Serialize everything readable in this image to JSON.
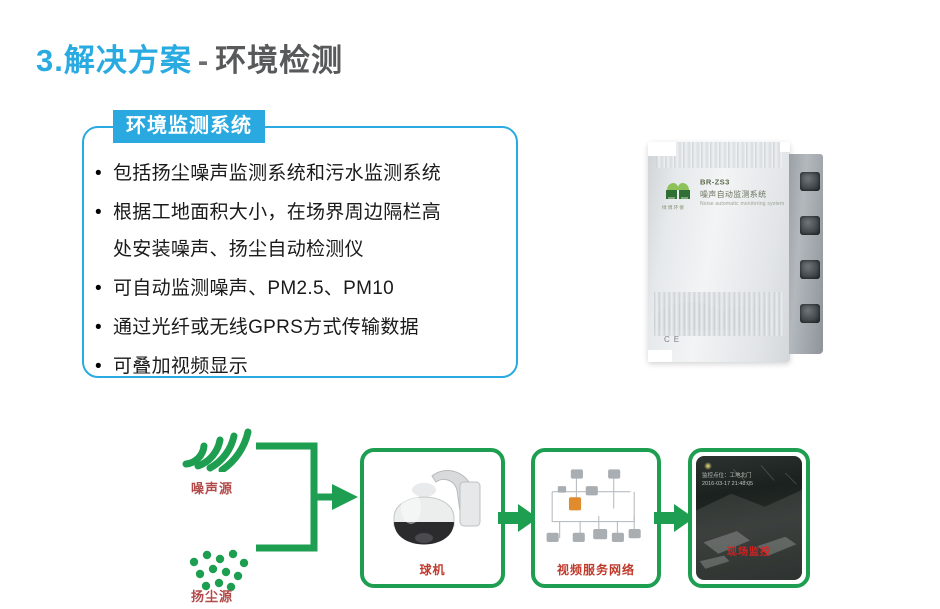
{
  "slide": {
    "title": {
      "number": "3.",
      "main": "解决方案",
      "dash": "-",
      "sub": "环境检测"
    },
    "accent_blue": "#29ABE2",
    "accent_green": "#1E9E50",
    "label_red": "#c0392b"
  },
  "info_panel": {
    "badge": "环境监测系统",
    "bullets": [
      {
        "marker": "•",
        "text": "包括扬尘噪声监测系统和污水监测系统"
      },
      {
        "marker": "•",
        "text": "根据工地面积大小，在场界周边隔栏高\n处安装噪声、扬尘自动检测仪"
      },
      {
        "marker": "•",
        "text": "可自动监测噪声、PM2.5、PM10"
      },
      {
        "marker": "•",
        "text": "通过光纤或无线GPRS方式传输数据"
      },
      {
        "marker": "•",
        "text": "可叠加视频显示"
      }
    ]
  },
  "device_photo": {
    "alt": "噪声自动监测系统主机",
    "model": "BR-ZS3",
    "name": "噪声自动监测系统",
    "subtitle": "Noise automatic monitoring system",
    "brand": "绿 博 环 保",
    "certs": "CE"
  },
  "flow": {
    "sources": [
      {
        "icon": "sound-wave-icon",
        "label": "噪声源"
      },
      {
        "icon": "dust-particles-icon",
        "label": "扬尘源"
      }
    ],
    "nodes": [
      {
        "icon": "dome-camera-icon",
        "label": "球机"
      },
      {
        "icon": "network-topology-icon",
        "label": "视频服务网络"
      },
      {
        "icon": "night-video-icon",
        "label": "",
        "osd": "监控点位：工地北门\n2016-03-17  21:48:05",
        "caption": "现场监控"
      }
    ]
  }
}
